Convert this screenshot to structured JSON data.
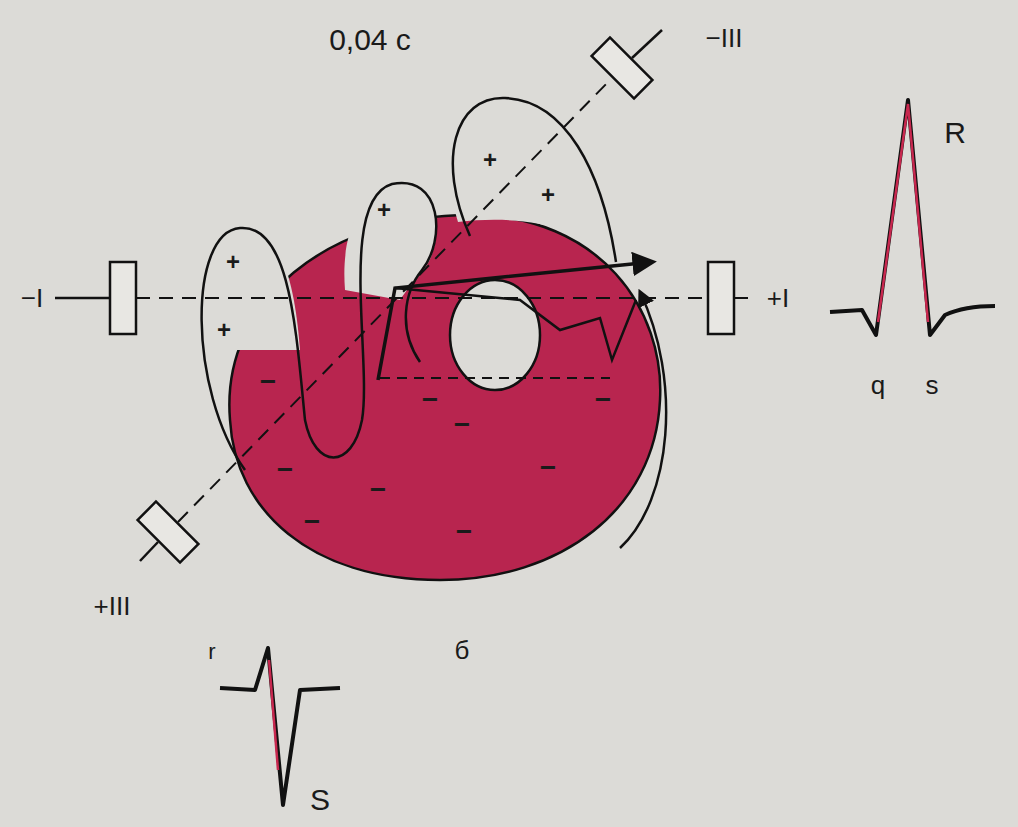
{
  "diagram": {
    "labels": [
      "0,04 с",
      "−III",
      "−I",
      "+I",
      "+III",
      "R",
      "q",
      "s",
      "r",
      "S",
      "б",
      "+",
      "+",
      "+",
      "+",
      "+",
      "−",
      "−",
      "−",
      "−",
      "−",
      "−",
      "−",
      "−",
      "−"
    ]
  }
}
